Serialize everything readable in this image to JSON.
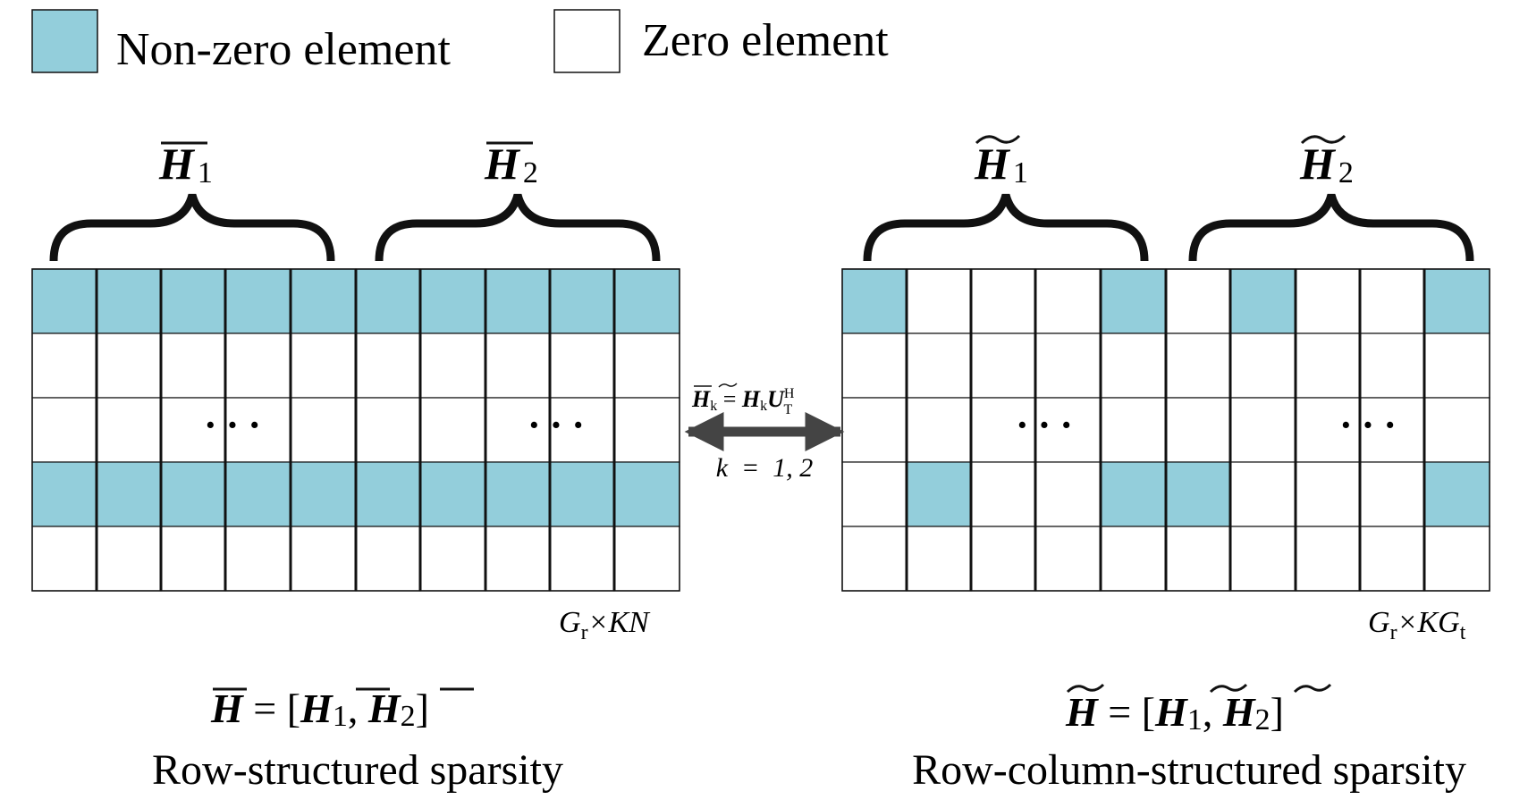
{
  "legend": {
    "nonzero_label": "Non-zero element",
    "zero_label": "Zero element"
  },
  "colors": {
    "nonzero": "#93cedb",
    "zero": "#ffffff",
    "line": "#111111",
    "arrow": "#444444"
  },
  "left": {
    "brace1_base": "H",
    "brace1_sub": "1",
    "brace2_base": "H",
    "brace2_sub": "2",
    "dim_Gr": "G",
    "dim_r": "r",
    "dim_rest": "×KN",
    "dots": "···",
    "eq_lhs": "H",
    "eq_mid": " = [",
    "eq_H1": "H",
    "eq_1": "1",
    "eq_comma": ", ",
    "eq_H2": "H",
    "eq_2": "2",
    "eq_end": "]",
    "caption": "Row-structured sparsity",
    "rows": [
      [
        1,
        1,
        1,
        1,
        1,
        1,
        1,
        1,
        1,
        1
      ],
      [
        0,
        0,
        0,
        0,
        0,
        0,
        0,
        0,
        0,
        0
      ],
      [
        0,
        0,
        0,
        0,
        0,
        0,
        0,
        0,
        0,
        0
      ],
      [
        1,
        1,
        1,
        1,
        1,
        1,
        1,
        1,
        1,
        1
      ],
      [
        0,
        0,
        0,
        0,
        0,
        0,
        0,
        0,
        0,
        0
      ]
    ]
  },
  "right": {
    "brace1_base": "H",
    "brace1_sub": "1",
    "brace2_base": "H",
    "brace2_sub": "2",
    "dim_Gr": "G",
    "dim_r": "r",
    "dim_rest": "×KG",
    "dim_t": "t",
    "dots": "···",
    "eq_lhs": "H",
    "eq_mid": " = [",
    "eq_H1": "H",
    "eq_1": "1",
    "eq_comma": ", ",
    "eq_H2": "H",
    "eq_2": "2",
    "eq_end": "]",
    "caption": "Row-column-structured sparsity",
    "rows": [
      [
        1,
        0,
        0,
        0,
        1,
        0,
        1,
        0,
        0,
        1
      ],
      [
        0,
        0,
        0,
        0,
        0,
        0,
        0,
        0,
        0,
        0
      ],
      [
        0,
        0,
        0,
        0,
        0,
        0,
        0,
        0,
        0,
        0
      ],
      [
        0,
        1,
        0,
        0,
        1,
        1,
        0,
        0,
        0,
        1
      ],
      [
        0,
        0,
        0,
        0,
        0,
        0,
        0,
        0,
        0,
        0
      ]
    ]
  },
  "arrow": {
    "relation_lhs": "H",
    "relation_lhs_sub": "k",
    "relation_eq": " = ",
    "relation_rhs": "H",
    "relation_rhs_sub": "k",
    "relation_U": "U",
    "relation_U_sub": "T",
    "relation_U_sup": "H",
    "k_label": "k  =  1, 2"
  }
}
